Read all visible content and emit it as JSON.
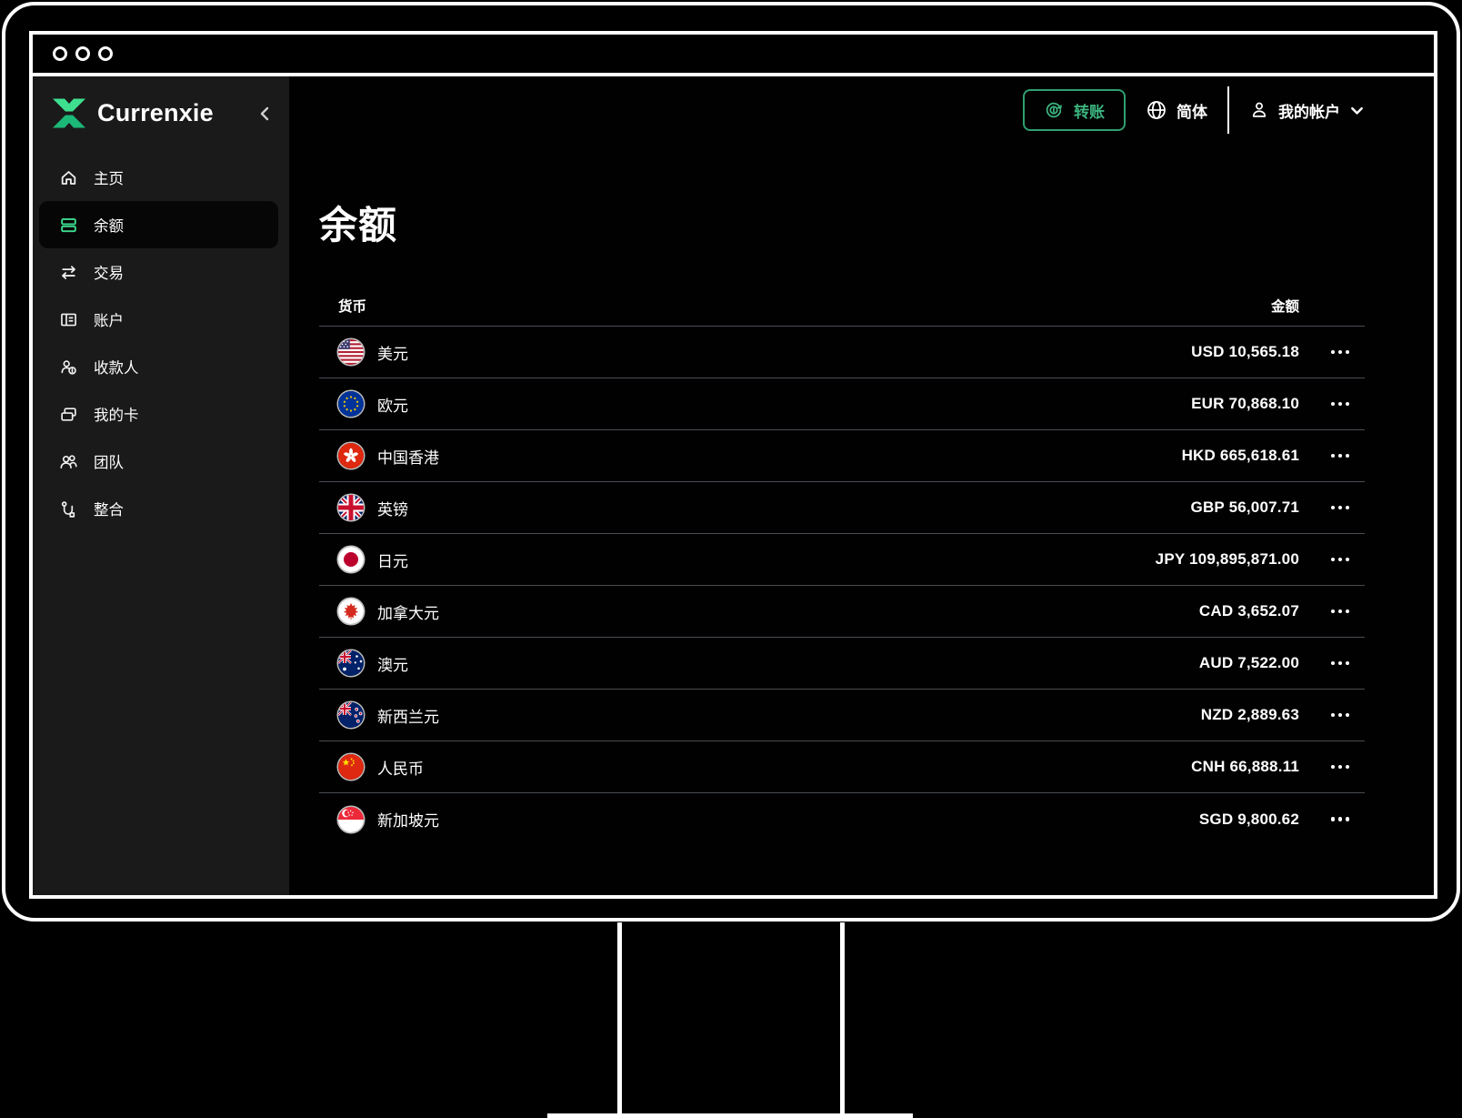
{
  "brand": {
    "name": "Currenxie"
  },
  "sidebar": {
    "items": [
      {
        "id": "home",
        "label": "主页",
        "icon": "home-icon"
      },
      {
        "id": "balances",
        "label": "余额",
        "icon": "balances-icon",
        "active": true
      },
      {
        "id": "transactions",
        "label": "交易",
        "icon": "transactions-icon"
      },
      {
        "id": "accounts",
        "label": "账户",
        "icon": "accounts-icon"
      },
      {
        "id": "payees",
        "label": "收款人",
        "icon": "payees-icon"
      },
      {
        "id": "cards",
        "label": "我的卡",
        "icon": "cards-icon"
      },
      {
        "id": "team",
        "label": "团队",
        "icon": "team-icon"
      },
      {
        "id": "integrations",
        "label": "整合",
        "icon": "integrations-icon"
      }
    ]
  },
  "topbar": {
    "transfer_label": "转账",
    "language_label": "简体",
    "account_label": "我的帐户"
  },
  "page": {
    "title": "余额"
  },
  "balances": {
    "columns": {
      "currency": "货币",
      "amount": "金额"
    },
    "rows": [
      {
        "id": "usd",
        "currency": "美元",
        "amount": "USD 10,565.18",
        "flag": "us-flag-icon"
      },
      {
        "id": "eur",
        "currency": "欧元",
        "amount": "EUR 70,868.10",
        "flag": "eu-flag-icon"
      },
      {
        "id": "hkd",
        "currency": "中国香港",
        "amount": "HKD 665,618.61",
        "flag": "hk-flag-icon"
      },
      {
        "id": "gbp",
        "currency": "英镑",
        "amount": "GBP 56,007.71",
        "flag": "gb-flag-icon"
      },
      {
        "id": "jpy",
        "currency": "日元",
        "amount": "JPY 109,895,871.00",
        "flag": "jp-flag-icon"
      },
      {
        "id": "cad",
        "currency": "加拿大元",
        "amount": "CAD 3,652.07",
        "flag": "ca-flag-icon"
      },
      {
        "id": "aud",
        "currency": "澳元",
        "amount": "AUD 7,522.00",
        "flag": "au-flag-icon"
      },
      {
        "id": "nzd",
        "currency": "新西兰元",
        "amount": "NZD 2,889.63",
        "flag": "nz-flag-icon"
      },
      {
        "id": "cnh",
        "currency": "人民币",
        "amount": "CNH 66,888.11",
        "flag": "cn-flag-icon"
      },
      {
        "id": "sgd",
        "currency": "新加坡元",
        "amount": "SGD 9,800.62",
        "flag": "sg-flag-icon"
      }
    ]
  },
  "colors": {
    "accent_green": "#2fa070",
    "logo_green_top": "#3ee08f",
    "logo_green_bottom": "#1cb878",
    "sidebar_bg": "#1a1a1a",
    "table_divider": "#494d53"
  }
}
